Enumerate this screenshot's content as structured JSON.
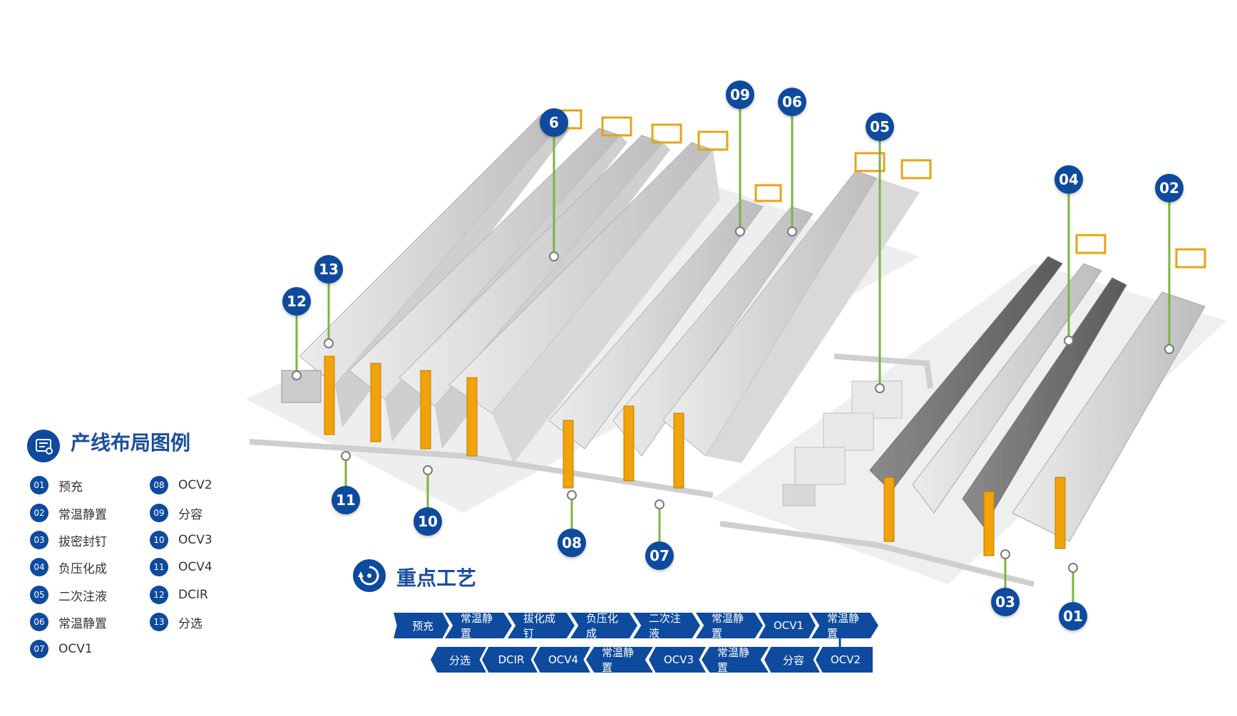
{
  "legend": {
    "title": "产线布局图例",
    "items": [
      {
        "num": "01",
        "label": "预充"
      },
      {
        "num": "02",
        "label": "常温静置"
      },
      {
        "num": "03",
        "label": "拔密封钉"
      },
      {
        "num": "04",
        "label": "负压化成"
      },
      {
        "num": "05",
        "label": "二次注液"
      },
      {
        "num": "06",
        "label": "常温静置"
      },
      {
        "num": "07",
        "label": "OCV1"
      },
      {
        "num": "08",
        "label": "OCV2"
      },
      {
        "num": "09",
        "label": "分容"
      },
      {
        "num": "10",
        "label": "OCV3"
      },
      {
        "num": "11",
        "label": "OCV4"
      },
      {
        "num": "12",
        "label": "DCIR"
      },
      {
        "num": "13",
        "label": "分选"
      }
    ]
  },
  "process": {
    "title": "重点工艺",
    "row1": [
      "预充",
      "常温静置",
      "拔化成钉",
      "负压化成",
      "二次注液",
      "常温静置",
      "OCV1",
      "常温静置"
    ],
    "row2": [
      "分选",
      "DCIR",
      "OCV4",
      "常温静置",
      "OCV3",
      "常温静置",
      "分容",
      "OCV2"
    ]
  },
  "markers": [
    "6",
    "09",
    "06",
    "05",
    "04",
    "02",
    "13",
    "12",
    "11",
    "10",
    "08",
    "07",
    "03",
    "01"
  ],
  "colors": {
    "primary": "#0e4a9e",
    "accent": "#f3a712",
    "rack": "#e8e8e8"
  }
}
